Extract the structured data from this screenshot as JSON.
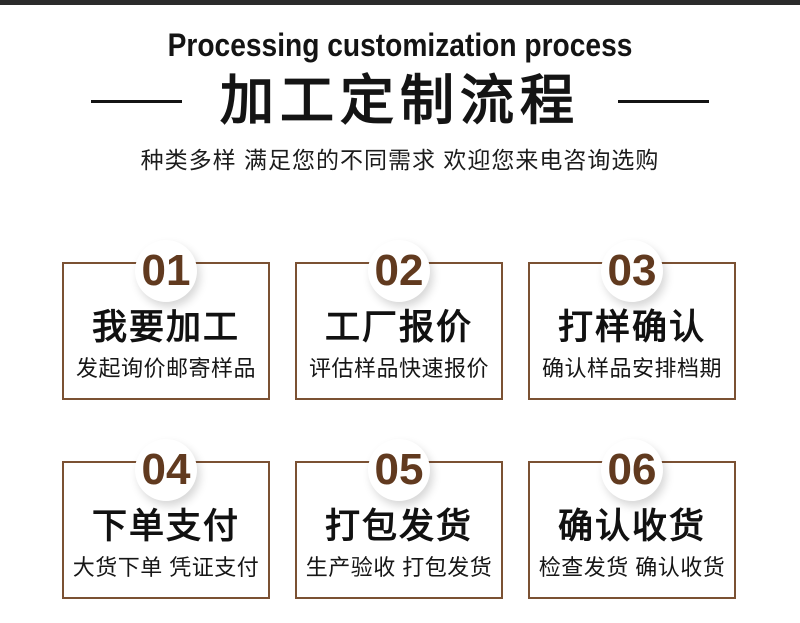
{
  "header": {
    "title_en": "Processing customization process",
    "title_zh": "加工定制流程",
    "subtitle": "种类多样 满足您的不同需求 欢迎您来电咨询选购"
  },
  "colors": {
    "step_number": "#613A1F",
    "card_border": "#7B5133",
    "heading_text": "#141414",
    "top_bar": "#2B2B2B",
    "page_bg": "#FFFFFF"
  },
  "steps": [
    {
      "number": "01",
      "title": "我要加工",
      "desc": "发起询价邮寄样品"
    },
    {
      "number": "02",
      "title": "工厂报价",
      "desc": "评估样品快速报价"
    },
    {
      "number": "03",
      "title": "打样确认",
      "desc": "确认样品安排档期"
    },
    {
      "number": "04",
      "title": "下单支付",
      "desc": "大货下单 凭证支付"
    },
    {
      "number": "05",
      "title": "打包发货",
      "desc": "生产验收 打包发货"
    },
    {
      "number": "06",
      "title": "确认收货",
      "desc": "检查发货 确认收货"
    }
  ]
}
